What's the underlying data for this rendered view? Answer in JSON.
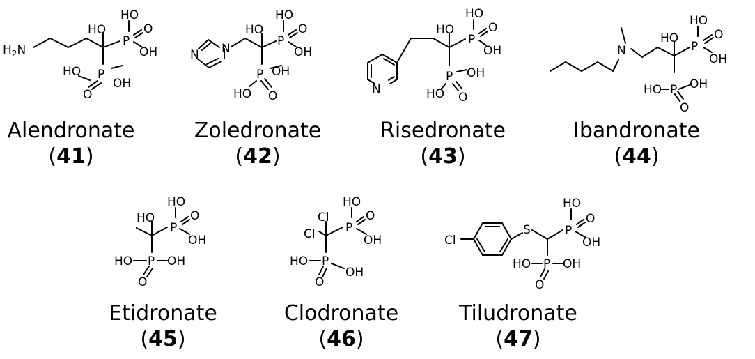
{
  "compounds": [
    {
      "name": "Alendronate",
      "number": "41",
      "atoms": {
        "amine": "H2N",
        "ho_top": "HO",
        "p_top": "P",
        "ho_pt": "HO",
        "o_pt": "O",
        "oh_pt": "OH",
        "p_bot": "P",
        "ho_pb": "HO",
        "oh_pb": "OH",
        "o_pb": "O"
      }
    },
    {
      "name": "Zoledronate",
      "number": "42",
      "atoms": {
        "n1": "N",
        "n3": "N",
        "ho_top": "HO",
        "p_top": "P",
        "ho_pt": "HO",
        "o_pt": "O",
        "oh_pt": "OH",
        "p_bot": "P",
        "ho_pb": "HO",
        "oh_pb": "OH",
        "o_pb": "O"
      }
    },
    {
      "name": "Risedronate",
      "number": "43",
      "atoms": {
        "n_py": "N",
        "ho_top": "HO",
        "p_top": "P",
        "ho_pt": "HO",
        "o_pt": "O",
        "oh_pt": "OH",
        "p_bot": "P",
        "ho_pb": "HO",
        "oh_pb": "OH",
        "o_pb": "O"
      }
    },
    {
      "name": "Ibandronate",
      "number": "44",
      "atoms": {
        "n_am": "N",
        "ho_top": "HO",
        "p_top": "P",
        "ho_pt": "HO",
        "o_pt": "O",
        "oh_pt": "OH",
        "p_bot": "P",
        "ho_pb": "HO",
        "oh_pb": "OH",
        "o_pb": "O"
      }
    },
    {
      "name": "Etidronate",
      "number": "45",
      "atoms": {
        "ho_top": "HO",
        "p_top": "P",
        "ho_pt": "HO",
        "o_pt": "O",
        "oh_pt": "OH",
        "p_bot": "P",
        "ho_pb": "HO",
        "oh_pb": "OH",
        "o_pb": "O"
      }
    },
    {
      "name": "Clodronate",
      "number": "46",
      "atoms": {
        "cl1": "Cl",
        "cl2": "Cl",
        "p_top": "P",
        "ho_pt": "HO",
        "o_pt": "O",
        "oh_pt": "OH",
        "p_bot": "P",
        "ho_pb": "HO",
        "oh_pb": "OH",
        "o_pb": "O"
      }
    },
    {
      "name": "Tiludronate",
      "number": "47",
      "atoms": {
        "cl": "Cl",
        "s": "S",
        "p_top": "P",
        "ho_pt": "HO",
        "o_pt": "O",
        "oh_pt": "OH",
        "p_bot": "P",
        "ho_pb": "HO",
        "oh_pb": "OH",
        "o_pb": "O"
      }
    }
  ]
}
